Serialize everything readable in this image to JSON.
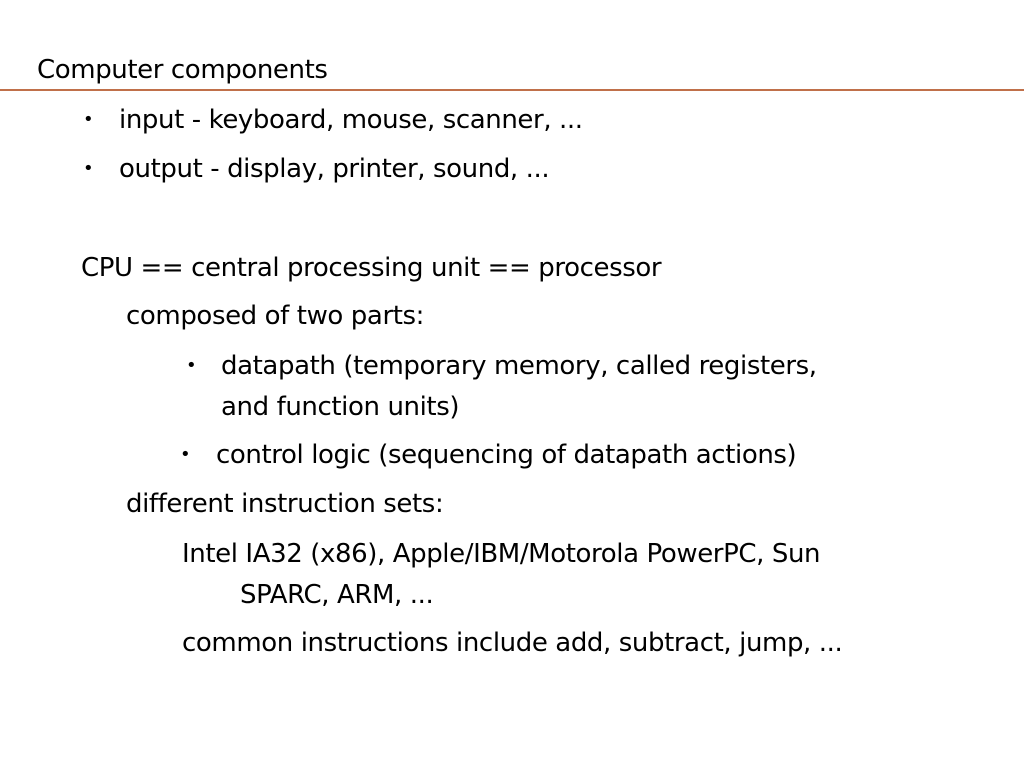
{
  "slide": {
    "title": "Computer components",
    "bullet_glyph": "•",
    "io_items": [
      "input - keyboard, mouse, scanner, ...",
      "output - display, printer, sound, ..."
    ],
    "cpu_line": "CPU == central processing unit == processor",
    "composed_line": "composed of two parts:",
    "parts": [
      {
        "line1": "datapath (temporary memory, called registers,",
        "line2": "and function units)"
      },
      {
        "line1": "control logic (sequencing of datapath actions)"
      }
    ],
    "instr_sets_line": "different instruction sets:",
    "instr_sets_examples": {
      "line1": "Intel IA32 (x86), Apple/IBM/Motorola PowerPC, Sun",
      "line2": "SPARC, ARM, ..."
    },
    "common_line": "common instructions include add, subtract, jump, ...",
    "rule_color": "#c0704a"
  }
}
